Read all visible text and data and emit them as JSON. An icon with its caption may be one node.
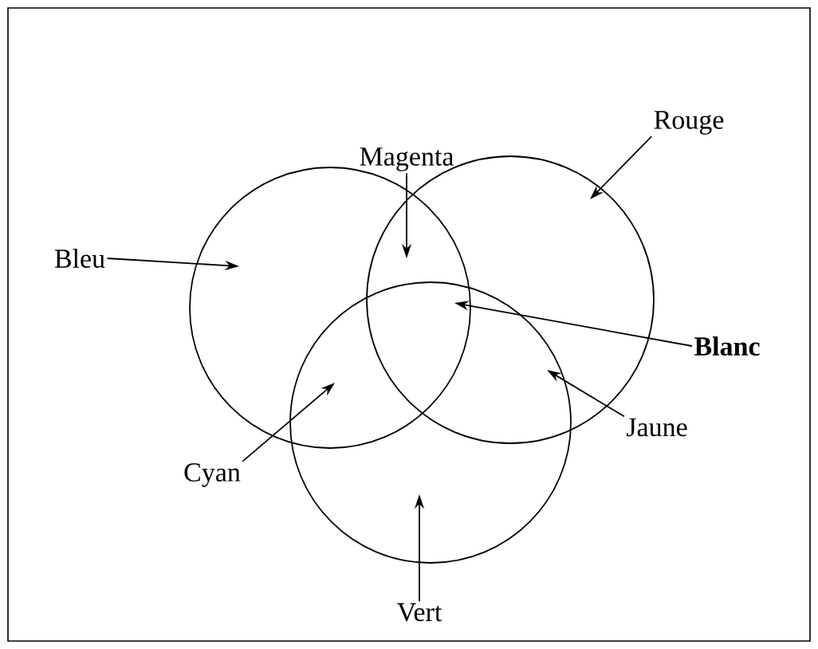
{
  "diagram": {
    "nodes": [
      {
        "text": [
          "Magenta"
        ]
      },
      {
        "text": [
          "Rouge"
        ]
      },
      {
        "text": [
          "Bleu"
        ]
      },
      {
        "text": [
          "Blanc"
        ]
      },
      {
        "text": [
          "Jaune"
        ]
      },
      {
        "text": [
          "Cyan"
        ]
      },
      {
        "text": [
          "Vert"
        ]
      },
      {
        "text": [],
        "shape": "circle"
      },
      {
        "text": [],
        "shape": "circle"
      },
      {
        "text": [],
        "shape": "circle"
      }
    ],
    "edges": [
      {
        "from": 0,
        "to": 7,
        "arrow": "to"
      },
      {
        "from": 1,
        "to": 8,
        "arrow": "to"
      },
      {
        "from": 2,
        "to": 7,
        "arrow": "to"
      },
      {
        "from": 3,
        "to": 9,
        "arrow": "to"
      },
      {
        "from": 4,
        "to": 9,
        "arrow": "to"
      },
      {
        "from": 5,
        "to": 9,
        "arrow": "to"
      },
      {
        "from": 6,
        "to": 9,
        "arrow": "to"
      }
    ]
  }
}
